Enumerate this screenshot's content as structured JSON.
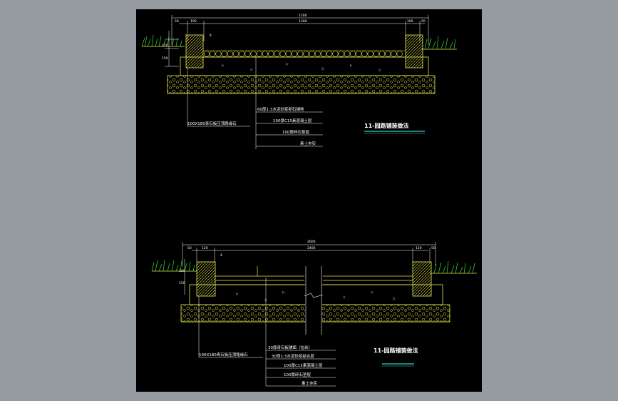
{
  "upper": {
    "dims": {
      "total": "1500",
      "inner": "1300",
      "left": "100",
      "right": "100",
      "edge_l": "50",
      "edge_r": "50",
      "h1": "120",
      "h2": "150",
      "slope": "4"
    },
    "layers": [
      "60厚1:3水泥砂浆卵石铺地",
      "100厚C15素混凝土层",
      "100厚碎石垫层",
      "素土夯实"
    ],
    "curb_note": "100X180青石板压顶路缘石",
    "title": "11-园路铺装做法"
  },
  "lower": {
    "dims": {
      "total": "2600",
      "inner": "2400",
      "left": "120",
      "right": "120",
      "edge_l": "50",
      "edge_r": "50",
      "h1": "120",
      "h2": "150",
      "slope": "4"
    },
    "layers": [
      "30厚青石板铺面（拉丝）",
      "30厚1:3水泥砂浆结合层",
      "100厚C15素混凝土层",
      "100厚碎石垫层",
      "素土夯实"
    ],
    "curb_note": "100X180青石板压顶路缘石",
    "title": "11-园路铺装做法"
  },
  "colors": {
    "sheet": "#000000",
    "frame": "#969aa1",
    "yellow": "#e8e84a",
    "green": "#2ee62e",
    "white": "#ffffff",
    "cyan": "#2fd0d0"
  }
}
